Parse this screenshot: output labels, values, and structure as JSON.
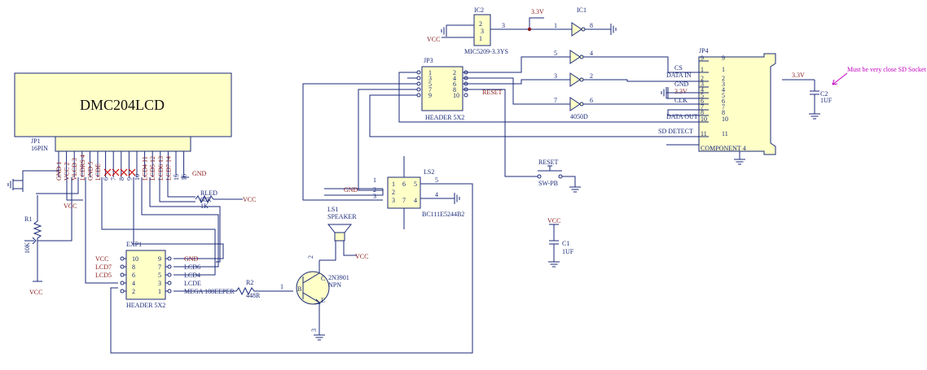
{
  "lcd": {
    "name": "DMC204LCD",
    "ref": "JP1",
    "value": "16PIN",
    "pins": [
      "GND 1",
      "VCC 2",
      "VLCD 3",
      "LCDRS 4",
      "GND 5",
      "LCDE",
      "6",
      "7",
      "8",
      "9",
      "10",
      "LCD4 11",
      "LCD5 12",
      "LCD6 13",
      "LCD7 14",
      "15",
      "16"
    ]
  },
  "r1": {
    "ref": "R1",
    "value": "10K"
  },
  "rled": {
    "ref": "RLED",
    "value": "68R",
    "value2": "1K"
  },
  "exp1": {
    "ref": "EXP1",
    "value": "HEADER 5X2",
    "left_pins": [
      "10",
      "8",
      "6",
      "4",
      "2"
    ],
    "right_pins": [
      "9",
      "7",
      "5",
      "3",
      "1"
    ],
    "left_nets": [
      "VCC",
      "LCD7",
      "LCD5"
    ],
    "right_nets": [
      "GND",
      "LCD6",
      "LCD4",
      "LCDE",
      "MEGA 188EEPER"
    ]
  },
  "r2": {
    "ref": "R2",
    "value": "448R"
  },
  "q": {
    "value": "2N3901",
    "value2": "NPN",
    "b": "B",
    "c": "C",
    "e": "E"
  },
  "ls1": {
    "ref": "LS1",
    "value": "SPEAKER"
  },
  "ls2": {
    "ref": "LS2",
    "value": "BC111E5244B2",
    "pins": [
      "1",
      "2",
      "3",
      "4",
      "5",
      "6",
      "7"
    ]
  },
  "ic2": {
    "ref": "IC2",
    "value": "MIC5209-3.3YS",
    "pins": [
      "2",
      "3",
      "1"
    ]
  },
  "ic1": {
    "ref": "IC1"
  },
  "jp3": {
    "ref": "JP3",
    "value": "HEADER 5X2",
    "left_pins": [
      "1",
      "3",
      "5",
      "7",
      "9"
    ],
    "right_pins": [
      "2",
      "4",
      "6",
      "8",
      "10"
    ]
  },
  "buf": {
    "value": "4050D"
  },
  "jp4": {
    "ref": "JP4",
    "value": "COMPONENT 4",
    "pins": [
      "9",
      "1",
      "2",
      "3",
      "4",
      "5",
      "6",
      "7",
      "8",
      "10",
      "11"
    ],
    "signals": [
      "CS",
      "DATA IN",
      "GND",
      "3.3V",
      "CLK",
      "DATA OUT",
      "SD DETECT"
    ]
  },
  "sw": {
    "ref": "RESET",
    "value": "SW-PB"
  },
  "c1": {
    "ref": "C1",
    "value": "1UF"
  },
  "c2": {
    "ref": "C2",
    "value": "1UF"
  },
  "nets": {
    "vcc": "VCC",
    "gnd": "GND",
    "v33": "3.3V",
    "reset": "RESET"
  },
  "pin_numbers": {
    "p1": "1",
    "p2": "2",
    "p3": "3",
    "p4": "4",
    "p5": "5",
    "p6": "6",
    "p7": "7",
    "p8": "8"
  },
  "note": "Must be very close SD Socket"
}
